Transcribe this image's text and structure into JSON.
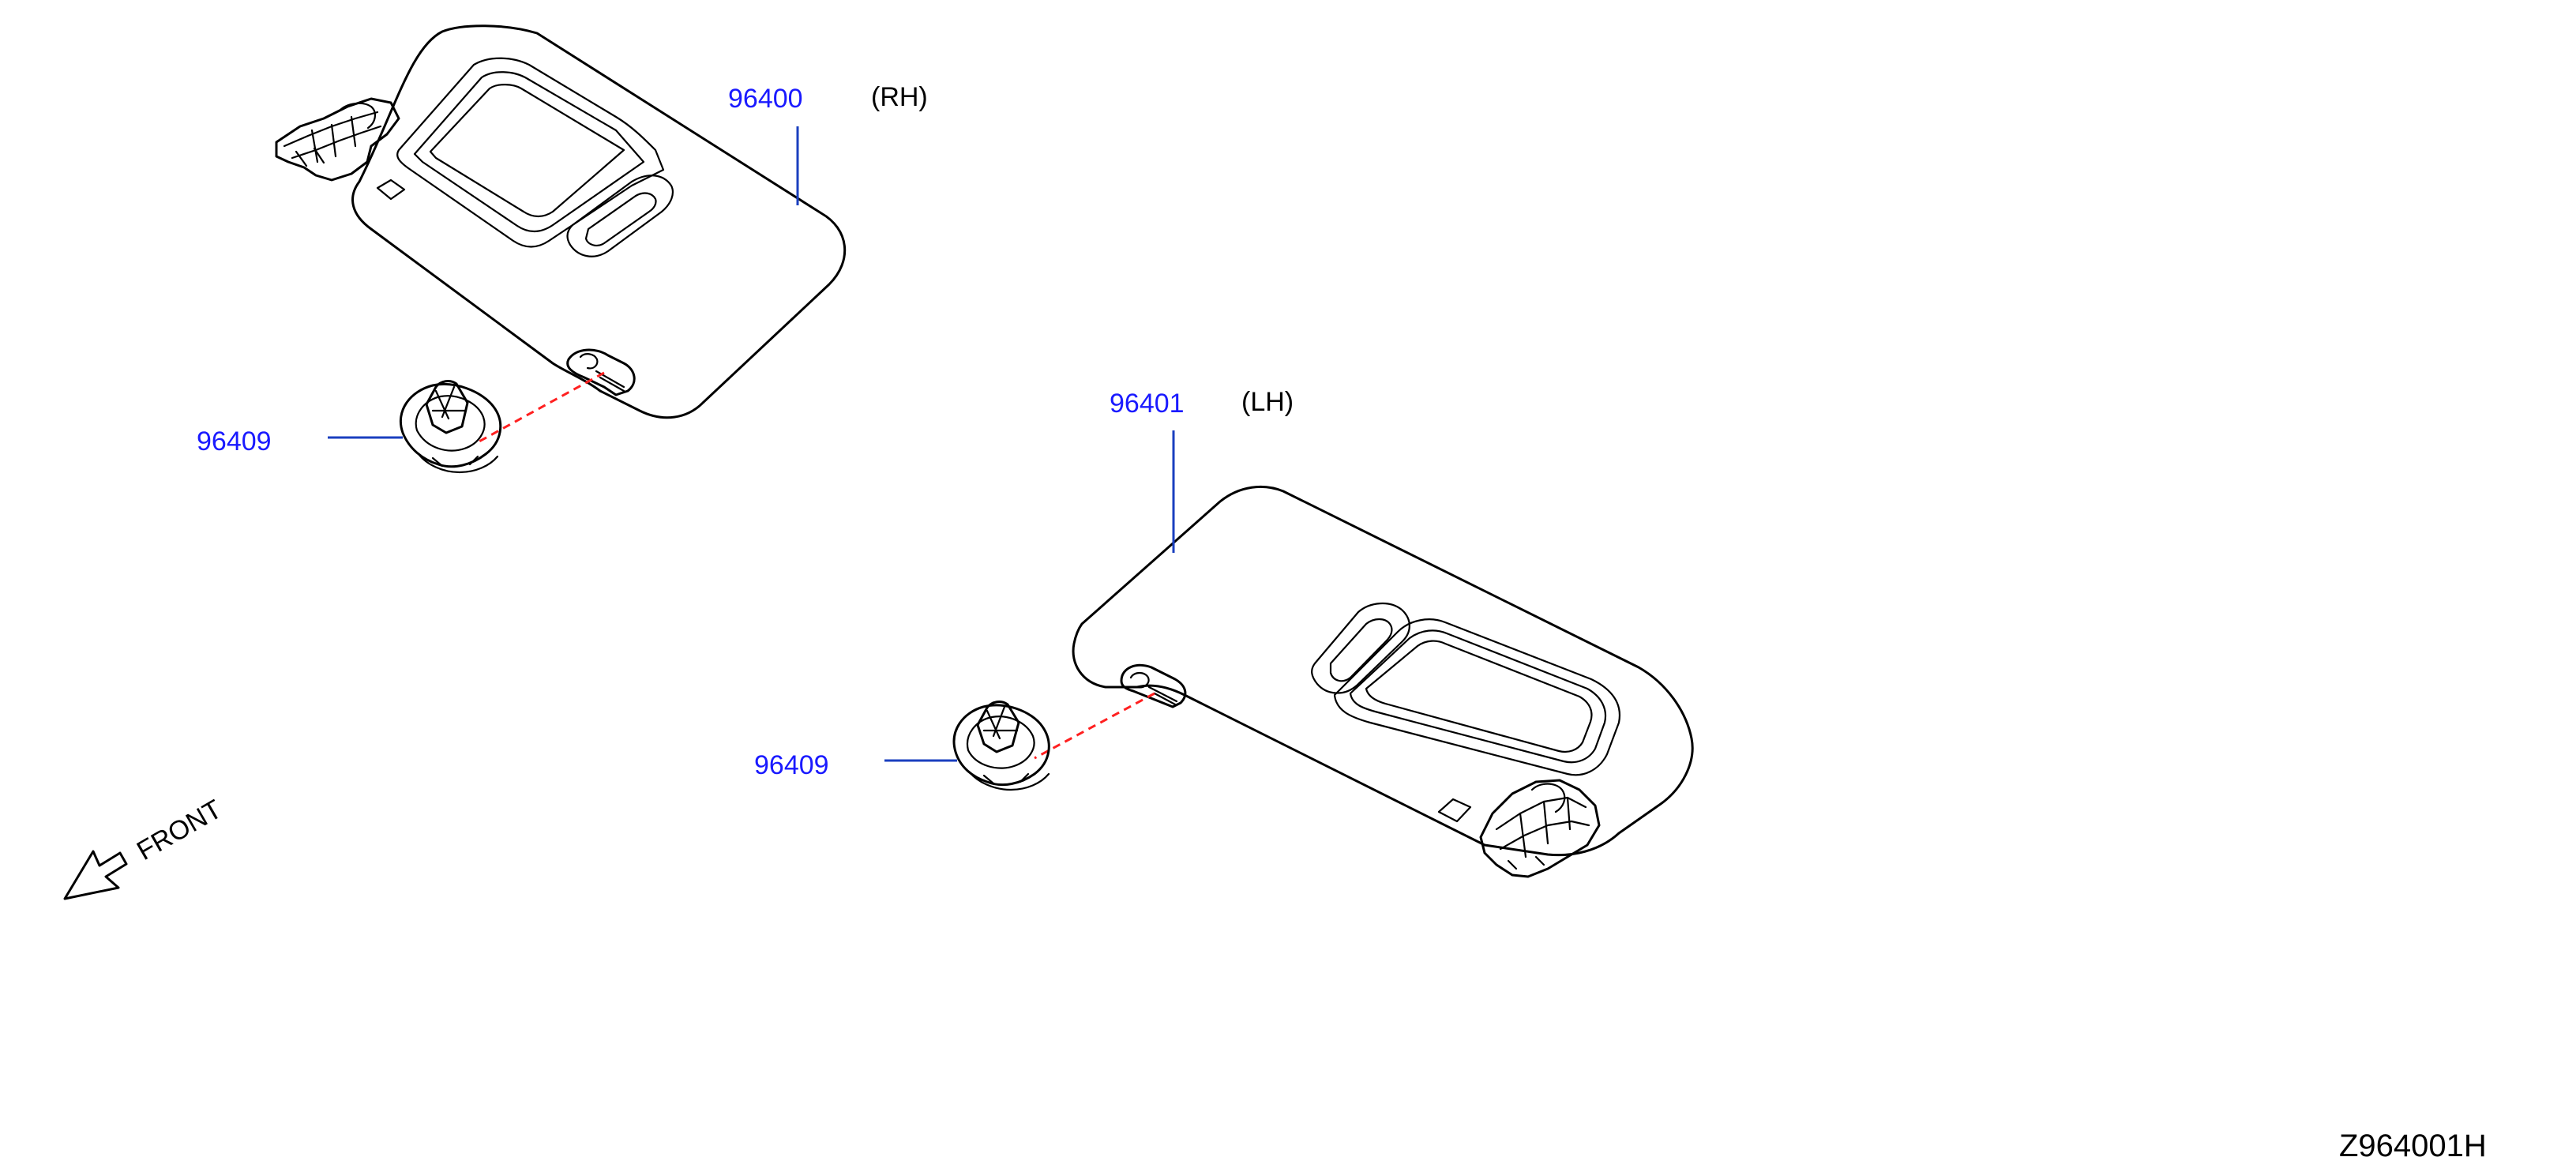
{
  "labels": {
    "rh_part": "96400",
    "rh_side": "(RH)",
    "lh_part": "96401",
    "lh_side": "(LH)",
    "clip_upper": "96409",
    "clip_lower": "96409",
    "front": "FRONT",
    "drawing_code": "Z964001H"
  },
  "colors": {
    "part_number": "#1a1aff",
    "leader_line": "#1a3fbf",
    "dashed_link": "#ff2020",
    "outline": "#000000"
  }
}
